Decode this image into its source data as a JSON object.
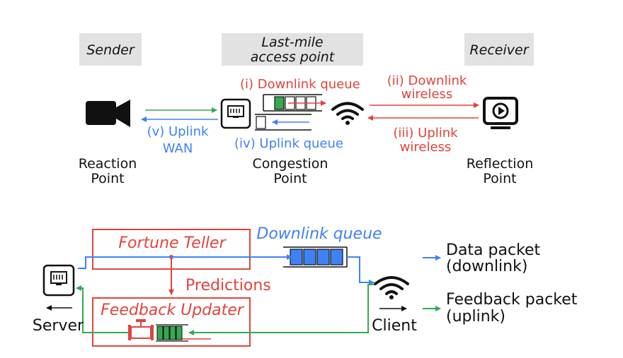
{
  "top": {
    "headers": {
      "sender": "Sender",
      "access_point_line1": "Last-mile",
      "access_point_line2": "access point",
      "receiver": "Receiver"
    },
    "labels": {
      "downlink_queue": "(i) Downlink queue",
      "downlink_wireless_line1": "(ii) Downlink",
      "downlink_wireless_line2": "wireless",
      "uplink_wireless_line1": "(iii) Uplink",
      "uplink_wireless_line2": "wireless",
      "uplink_queue": "(iv) Uplink queue",
      "uplink_wan_line1": "(v) Uplink",
      "uplink_wan_line2": "WAN"
    },
    "points": {
      "reaction_line1": "Reaction",
      "reaction_line2": "Point",
      "congestion_line1": "Congestion",
      "congestion_line2": "Point",
      "reflection_line1": "Reflection",
      "reflection_line2": "Point"
    }
  },
  "bottom": {
    "fortune_teller": "Fortune Teller",
    "feedback_updater": "Feedback Updater",
    "predictions": "Predictions",
    "downlink_queue": "Downlink queue",
    "server": "Server",
    "client": "Client",
    "legend": {
      "data_line1": "Data packet",
      "data_line2": "(downlink)",
      "feedback_line1": "Feedback packet",
      "feedback_line2": "(uplink)"
    }
  },
  "colors": {
    "red": "#e0443c",
    "blue": "#3f82f5",
    "green": "#34a853",
    "header_bg": "#e2e2e2"
  },
  "icons": [
    "video-camera-icon",
    "router-icon",
    "wifi-icon",
    "display-icon",
    "valve-icon"
  ]
}
